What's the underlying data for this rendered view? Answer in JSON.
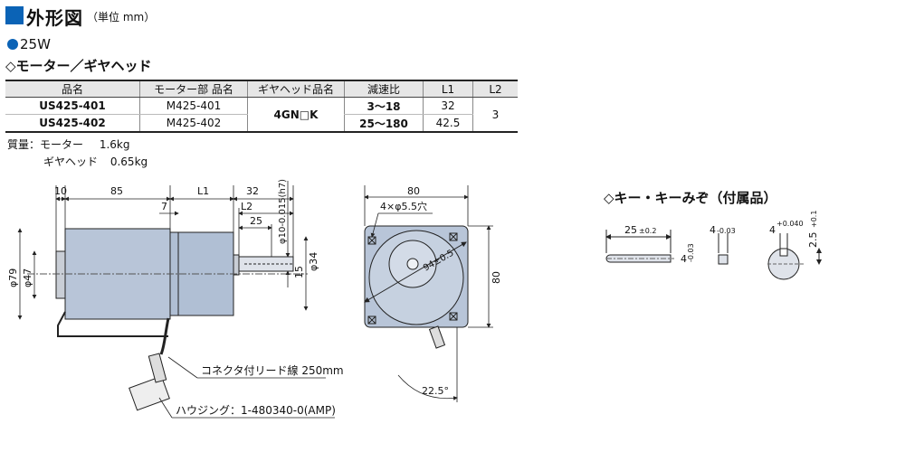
{
  "header": {
    "title": "外形図",
    "unit": "（単位 mm）"
  },
  "section": {
    "power": "25W",
    "subtitle": "◇モーター／ギヤヘッド"
  },
  "spec_table": {
    "columns": [
      "品名",
      "モーター部 品名",
      "ギヤヘッド品名",
      "減速比",
      "L1",
      "L2"
    ],
    "rows": [
      {
        "name": "US425-401",
        "motor": "M425-401",
        "ratio": "3～18",
        "l1": "32"
      },
      {
        "name": "US425-402",
        "motor": "M425-402",
        "ratio": "25～180",
        "l1": "42.5"
      }
    ],
    "gearhead": "4GN□K",
    "l2": "3"
  },
  "weight": {
    "motor_label": "質量：モーター",
    "motor_value": "1.6kg",
    "gear_label": "ギヤヘッド",
    "gear_value": "0.65kg"
  },
  "drawing": {
    "dim_10": "10",
    "dim_85": "85",
    "dim_L1": "L1",
    "dim_32": "32",
    "dim_7": "7",
    "dim_L2": "L2",
    "dim_25": "25",
    "dim_phi10": "φ10-0.015(h7)",
    "dim_15": "15",
    "dim_phi34": "φ34",
    "dim_phi79": "φ79",
    "dim_phi47": "φ47",
    "connector_label": "コネクタ付リード線 250mm",
    "housing_label": "ハウジング：1-480340-0(AMP)",
    "front_80_top": "80",
    "front_80_side": "80",
    "holes": "4×φ5.5穴",
    "pcd": "94±0.5",
    "angle": "22.5°"
  },
  "key": {
    "title": "◇キー・キーみぞ（付属品）",
    "len": "25",
    "len_tol": "±0.2",
    "h": "4",
    "h_tol": "-0.03",
    "w": "4",
    "w_tol": "-0.03",
    "slot_w": "4",
    "slot_tol": "+0.040",
    "slot_depth": "2.5",
    "slot_depth_tol": "+0.1"
  }
}
